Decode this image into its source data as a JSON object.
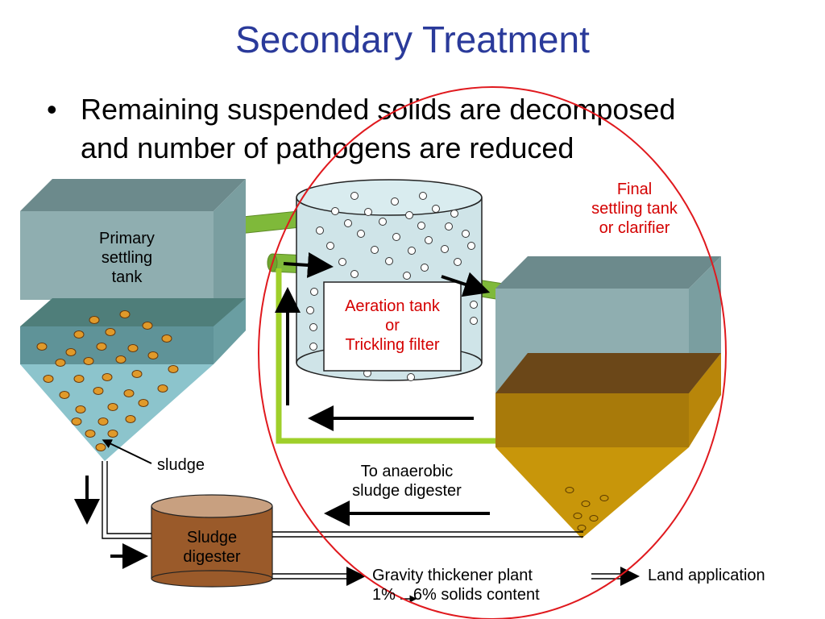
{
  "title": "Secondary Treatment",
  "bullet": {
    "symbol": "•",
    "text_line1": "Remaining suspended solids are decomposed",
    "text_line2": "and number of pathogens are reduced"
  },
  "labels": {
    "primary_tank_line1": "Primary",
    "primary_tank_line2": "settling",
    "primary_tank_line3": "tank",
    "sludge": "sludge",
    "aeration_line1": "Aeration tank",
    "aeration_line2": "or",
    "aeration_line3": "Trickling filter",
    "final_line1": "Final",
    "final_line2": "settling tank",
    "final_line3": "or clarifier",
    "anaerobic_line1": "To anaerobic",
    "anaerobic_line2": "sludge digester",
    "digester_line1": "Sludge",
    "digester_line2": "digester",
    "gravity_line1": "Gravity thickener plant",
    "gravity_line2_a": "1%",
    "gravity_line2_b": "6% solids content",
    "land": "Land application"
  },
  "colors": {
    "title": "#2a3a9a",
    "circle": "#e0191e",
    "pipe_green": "#7fb93a",
    "tank_blue": "#8faeb0",
    "water_cyan": "#8cc4cc",
    "digester_brown": "#9a5a2a",
    "clarifier_gold": "#c8960a"
  }
}
